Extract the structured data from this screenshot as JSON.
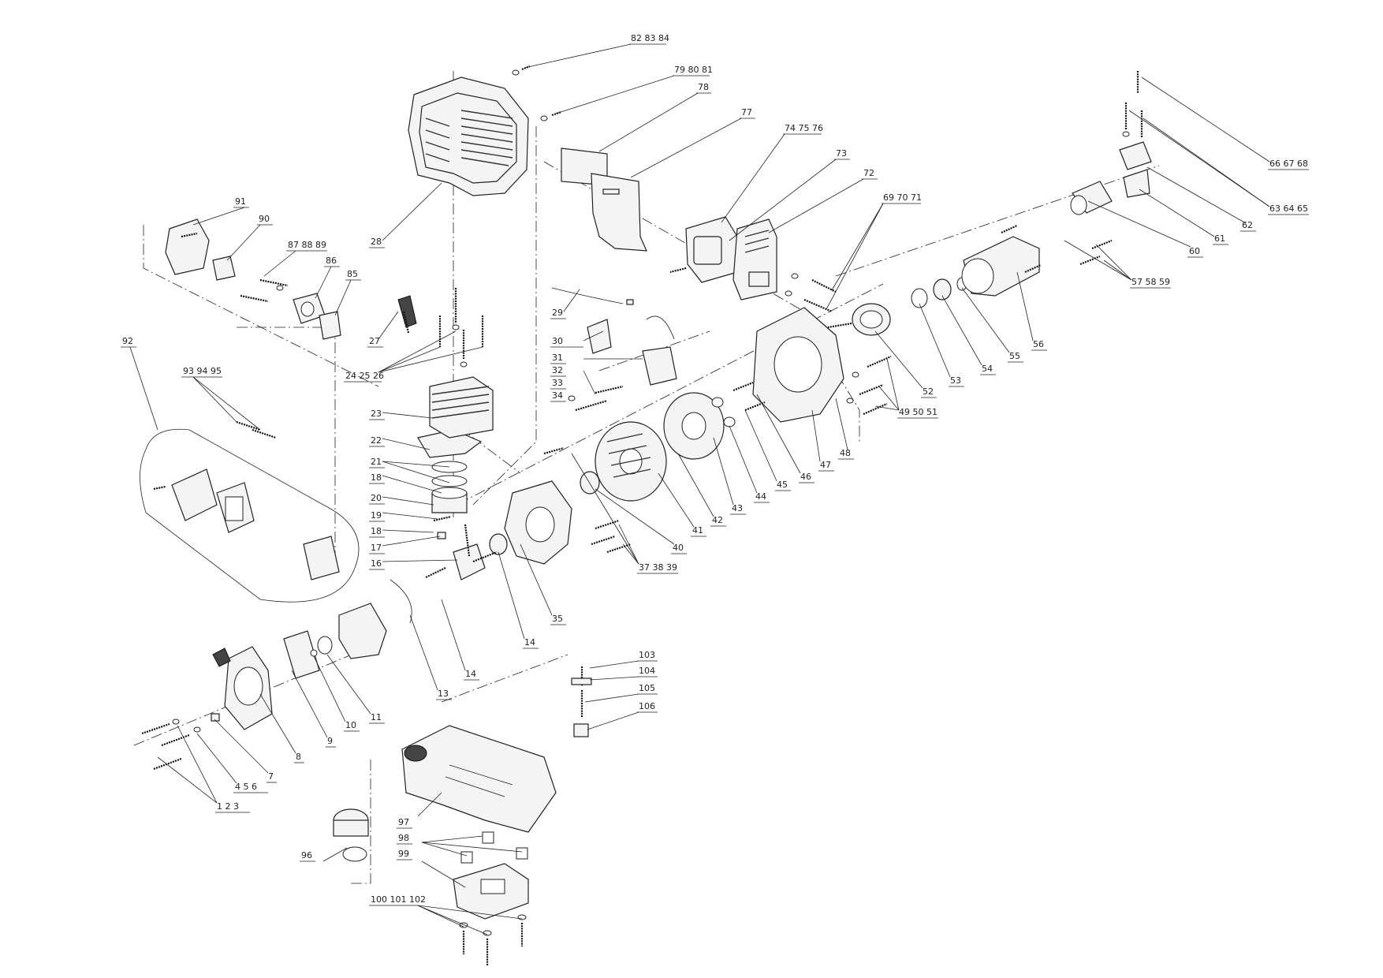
{
  "diagram": {
    "callouts": [
      {
        "id": "c1",
        "text": "82  83  84"
      },
      {
        "id": "c2",
        "text": "79  80  81"
      },
      {
        "id": "c3",
        "text": "78"
      },
      {
        "id": "c4",
        "text": "77"
      },
      {
        "id": "c5",
        "text": "74 75  76"
      },
      {
        "id": "c6",
        "text": "73"
      },
      {
        "id": "c7",
        "text": "72"
      },
      {
        "id": "c8",
        "text": "69 70  71"
      },
      {
        "id": "c9",
        "text": "66  67  68"
      },
      {
        "id": "c10",
        "text": "63  64  65"
      },
      {
        "id": "c11",
        "text": "62"
      },
      {
        "id": "c12",
        "text": "61"
      },
      {
        "id": "c13",
        "text": "60"
      },
      {
        "id": "c14",
        "text": "57  58  59"
      },
      {
        "id": "c15",
        "text": "56"
      },
      {
        "id": "c16",
        "text": "55"
      },
      {
        "id": "c17",
        "text": "54"
      },
      {
        "id": "c18",
        "text": "53"
      },
      {
        "id": "c19",
        "text": "52"
      },
      {
        "id": "c20",
        "text": "49  50  51"
      },
      {
        "id": "c21",
        "text": "48"
      },
      {
        "id": "c22",
        "text": "47"
      },
      {
        "id": "c23",
        "text": "46"
      },
      {
        "id": "c24",
        "text": "45"
      },
      {
        "id": "c25",
        "text": "44"
      },
      {
        "id": "c26",
        "text": "43"
      },
      {
        "id": "c27",
        "text": "42"
      },
      {
        "id": "c28",
        "text": "41"
      },
      {
        "id": "c29",
        "text": "40"
      },
      {
        "id": "c30",
        "text": "37  38  39"
      },
      {
        "id": "c31",
        "text": "35"
      },
      {
        "id": "c32",
        "text": "14"
      },
      {
        "id": "c33",
        "text": "14"
      },
      {
        "id": "c34",
        "text": "13"
      },
      {
        "id": "c35",
        "text": "11"
      },
      {
        "id": "c36",
        "text": "10"
      },
      {
        "id": "c37",
        "text": "9"
      },
      {
        "id": "c38",
        "text": "8"
      },
      {
        "id": "c39",
        "text": "7"
      },
      {
        "id": "c40",
        "text": "4  5  6"
      },
      {
        "id": "c41",
        "text": "1  2  3"
      },
      {
        "id": "c42",
        "text": "91"
      },
      {
        "id": "c43",
        "text": "90"
      },
      {
        "id": "c44",
        "text": "87  88  89"
      },
      {
        "id": "c45",
        "text": "86"
      },
      {
        "id": "c46",
        "text": "85"
      },
      {
        "id": "c47",
        "text": "92"
      },
      {
        "id": "c48",
        "text": "93  94  95"
      },
      {
        "id": "c49",
        "text": "28"
      },
      {
        "id": "c50",
        "text": "29"
      },
      {
        "id": "c51",
        "text": "30"
      },
      {
        "id": "c52",
        "text": "31"
      },
      {
        "id": "c53",
        "text": "32"
      },
      {
        "id": "c54",
        "text": "33"
      },
      {
        "id": "c55",
        "text": "34"
      },
      {
        "id": "c56",
        "text": "27"
      },
      {
        "id": "c57",
        "text": "24  25  26"
      },
      {
        "id": "c58",
        "text": "23"
      },
      {
        "id": "c59",
        "text": "22"
      },
      {
        "id": "c60",
        "text": "21"
      },
      {
        "id": "c61",
        "text": "18"
      },
      {
        "id": "c62",
        "text": "20"
      },
      {
        "id": "c63",
        "text": "19"
      },
      {
        "id": "c64",
        "text": "18"
      },
      {
        "id": "c65",
        "text": "17"
      },
      {
        "id": "c66",
        "text": "16"
      },
      {
        "id": "c67",
        "text": "103"
      },
      {
        "id": "c68",
        "text": "104"
      },
      {
        "id": "c69",
        "text": "105"
      },
      {
        "id": "c70",
        "text": "106"
      },
      {
        "id": "c71",
        "text": "97"
      },
      {
        "id": "c72",
        "text": "98"
      },
      {
        "id": "c73",
        "text": "99"
      },
      {
        "id": "c74",
        "text": "96"
      },
      {
        "id": "c75",
        "text": "100 101 102"
      }
    ]
  }
}
